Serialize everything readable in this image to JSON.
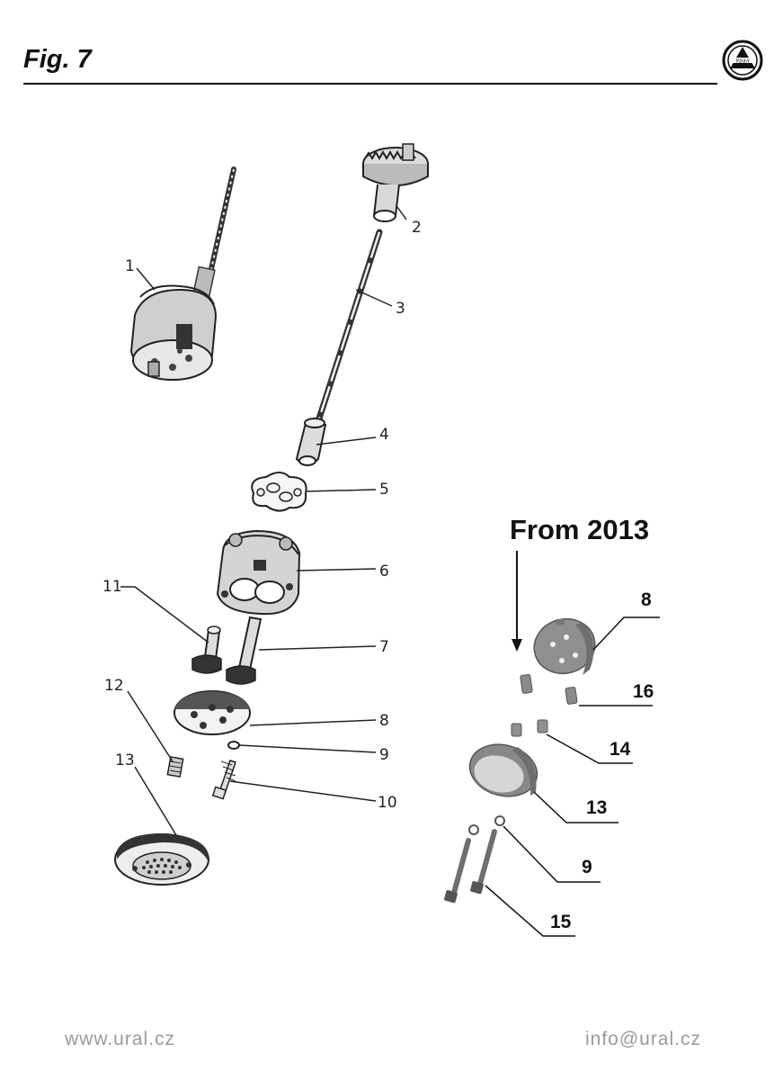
{
  "header": {
    "title": "Fig. 7"
  },
  "logo": {
    "icon": "ural-brand-logo"
  },
  "from_label": "From 2013",
  "callouts_old": {
    "c1": "1",
    "c2": "2",
    "c3": "3",
    "c4": "4",
    "c5": "5",
    "c6": "6",
    "c7": "7",
    "c8": "8",
    "c9": "9",
    "c10": "10",
    "c11": "11",
    "c12": "12",
    "c13": "13"
  },
  "callouts_new": {
    "c8": "8",
    "c16": "16",
    "c14": "14",
    "c13": "13",
    "c9": "9",
    "c15": "15"
  },
  "footer": {
    "website": "www.ural.cz",
    "email": "info@ural.cz"
  },
  "colors": {
    "ink": "#111111",
    "part_gray": "#9c9c9c",
    "footer_text": "#9a9a9a"
  }
}
